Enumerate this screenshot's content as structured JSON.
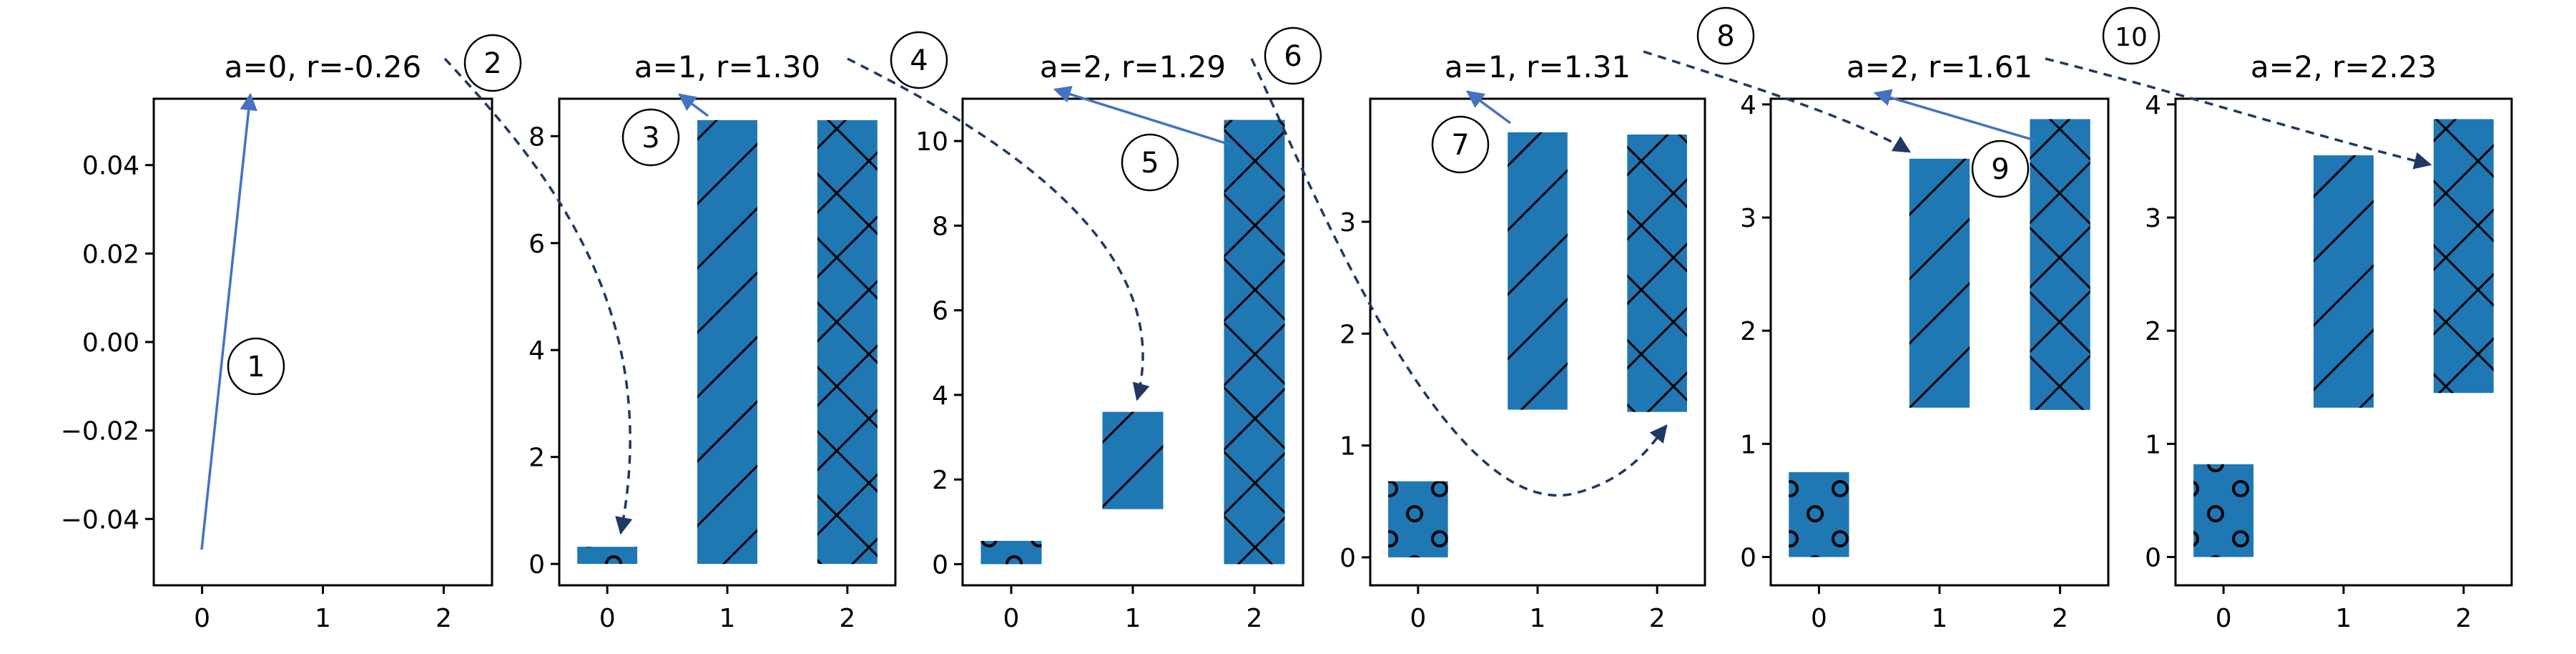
{
  "colors": {
    "bar": "#1f77b4",
    "hatch": "#000000",
    "arrow_solid": "#4472c4",
    "arrow_dashed": "#1f3864",
    "axes": "#000000",
    "background": "#ffffff"
  },
  "chart_data": [
    {
      "type": "bar",
      "title": "a=0, r=-0.26",
      "categories": [
        "0",
        "1",
        "2"
      ],
      "x_ticks": [
        "0",
        "1",
        "2"
      ],
      "y_ticks": [
        "−0.04",
        "−0.02",
        "0.00",
        "0.02",
        "0.04"
      ],
      "ylim": [
        -0.055,
        0.055
      ],
      "bars": [],
      "grid": false
    },
    {
      "type": "bar",
      "title": "a=1, r=1.30",
      "categories": [
        "0",
        "1",
        "2"
      ],
      "x_ticks": [
        "0",
        "1",
        "2"
      ],
      "y_ticks": [
        "0",
        "2",
        "4",
        "6",
        "8"
      ],
      "ylim": [
        -0.4,
        8.7
      ],
      "bars": [
        {
          "category": "0",
          "bottom": 0.0,
          "top": 0.32,
          "hatch": "o"
        },
        {
          "category": "1",
          "bottom": 0.0,
          "top": 8.3,
          "hatch": "/"
        },
        {
          "category": "2",
          "bottom": 0.0,
          "top": 8.3,
          "hatch": "x"
        }
      ],
      "grid": false
    },
    {
      "type": "bar",
      "title": "a=2, r=1.29",
      "categories": [
        "0",
        "1",
        "2"
      ],
      "x_ticks": [
        "0",
        "1",
        "2"
      ],
      "y_ticks": [
        "0",
        "2",
        "4",
        "6",
        "8",
        "10"
      ],
      "ylim": [
        -0.5,
        11.0
      ],
      "bars": [
        {
          "category": "0",
          "bottom": 0.0,
          "top": 0.55,
          "hatch": "o"
        },
        {
          "category": "1",
          "bottom": 1.3,
          "top": 3.6,
          "hatch": "/"
        },
        {
          "category": "2",
          "bottom": 0.0,
          "top": 10.5,
          "hatch": "x"
        }
      ],
      "grid": false
    },
    {
      "type": "bar",
      "title": "a=1, r=1.31",
      "categories": [
        "0",
        "1",
        "2"
      ],
      "x_ticks": [
        "0",
        "1",
        "2"
      ],
      "y_ticks": [
        "0",
        "1",
        "2",
        "3"
      ],
      "ylim": [
        -0.25,
        4.1
      ],
      "bars": [
        {
          "category": "0",
          "bottom": 0.0,
          "top": 0.68,
          "hatch": "o"
        },
        {
          "category": "1",
          "bottom": 1.32,
          "top": 3.8,
          "hatch": "/"
        },
        {
          "category": "2",
          "bottom": 1.3,
          "top": 3.78,
          "hatch": "x"
        }
      ],
      "grid": false
    },
    {
      "type": "bar",
      "title": "a=2, r=1.61",
      "categories": [
        "0",
        "1",
        "2"
      ],
      "x_ticks": [
        "0",
        "1",
        "2"
      ],
      "y_ticks": [
        "0",
        "1",
        "2",
        "3",
        "4"
      ],
      "ylim": [
        -0.25,
        4.05
      ],
      "bars": [
        {
          "category": "0",
          "bottom": 0.0,
          "top": 0.75,
          "hatch": "o"
        },
        {
          "category": "1",
          "bottom": 1.32,
          "top": 3.52,
          "hatch": "/"
        },
        {
          "category": "2",
          "bottom": 1.3,
          "top": 3.87,
          "hatch": "x"
        }
      ],
      "grid": false
    },
    {
      "type": "bar",
      "title": "a=2, r=2.23",
      "categories": [
        "0",
        "1",
        "2"
      ],
      "x_ticks": [
        "0",
        "1",
        "2"
      ],
      "y_ticks": [
        "0",
        "1",
        "2",
        "3",
        "4"
      ],
      "ylim": [
        -0.25,
        4.05
      ],
      "bars": [
        {
          "category": "0",
          "bottom": 0.0,
          "top": 0.82,
          "hatch": "o"
        },
        {
          "category": "1",
          "bottom": 1.32,
          "top": 3.55,
          "hatch": "/"
        },
        {
          "category": "2",
          "bottom": 1.45,
          "top": 3.87,
          "hatch": "x"
        }
      ],
      "grid": false
    }
  ],
  "annotations": {
    "step_markers": [
      "1",
      "2",
      "3",
      "4",
      "5",
      "6",
      "7",
      "8",
      "9",
      "10"
    ]
  }
}
